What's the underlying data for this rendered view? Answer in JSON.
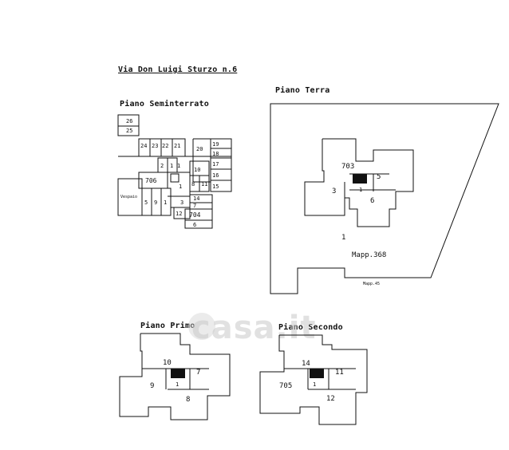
{
  "header": {
    "address": "Via Don Luigi Sturzo n.6"
  },
  "sections": {
    "seminterrato": {
      "title": "Piano Seminterrato",
      "labels": [
        "26",
        "25",
        "24",
        "23",
        "22",
        "21",
        "20",
        "19",
        "18",
        "17",
        "16",
        "15",
        "10",
        "8",
        "11",
        "2",
        "1",
        "1",
        "706",
        "1",
        "Vespaio",
        "5",
        "9",
        "1",
        "3",
        "7",
        "12",
        "14",
        "704",
        "6"
      ]
    },
    "terra": {
      "title": "Piano Terra",
      "labels": [
        "703",
        "5",
        "3",
        "1",
        "6",
        "1",
        "Mapp.368",
        "Mapp.45"
      ]
    },
    "primo": {
      "title": "Piano Primo",
      "labels": [
        "10",
        "7",
        "9",
        "1",
        "8"
      ]
    },
    "secondo": {
      "title": "Piano Secondo",
      "labels": [
        "14",
        "11",
        "705",
        "1",
        "12"
      ]
    }
  },
  "watermark": {
    "text": "casa.it"
  },
  "colors": {
    "ink": "#111111",
    "paper": "#ffffff"
  }
}
